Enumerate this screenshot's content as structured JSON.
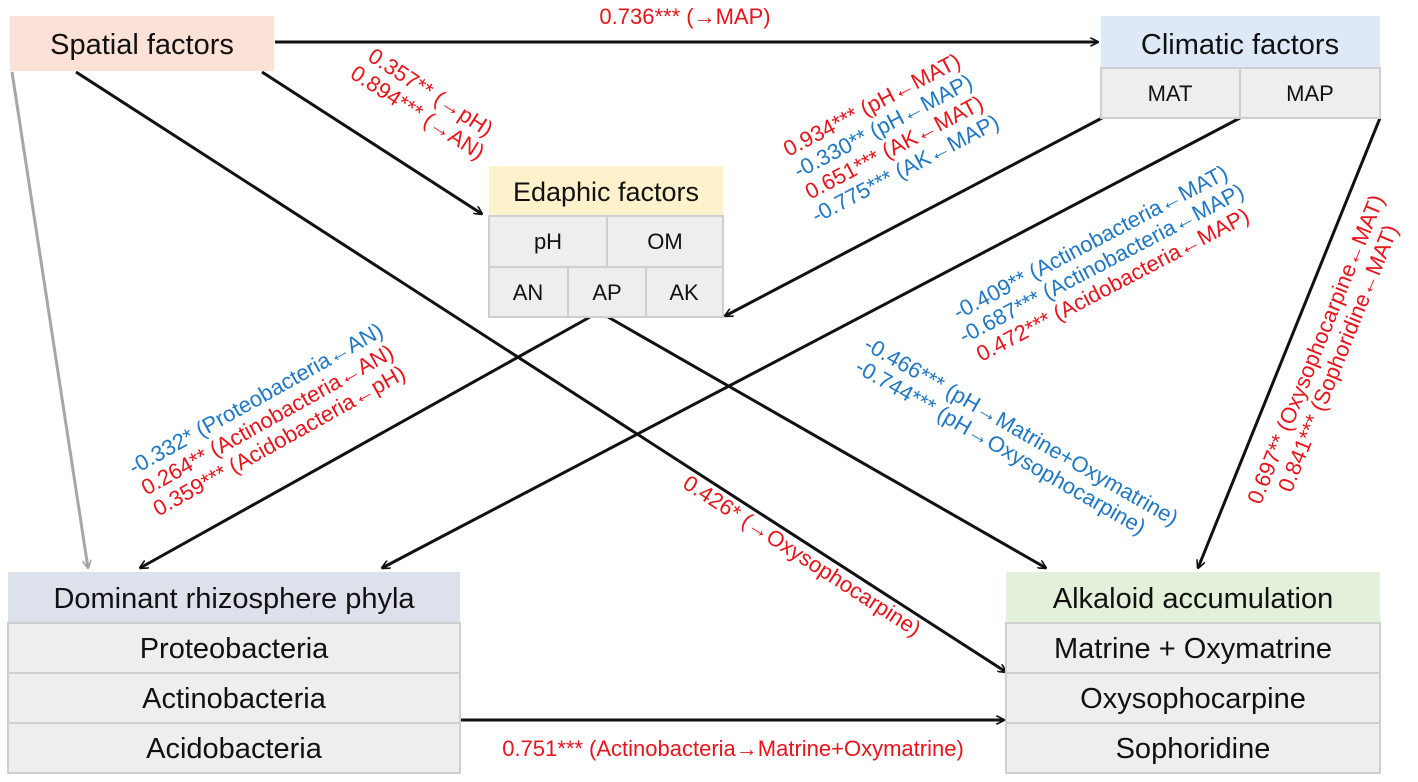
{
  "colors": {
    "spatial_bg": "#fbe1d6",
    "climatic_bg": "#dde9f6",
    "edaphic_bg": "#fdf2cc",
    "phyla_bg": "#dde1eb",
    "alkaloid_bg": "#e3f0da",
    "cell_bg": "#eeeeee",
    "cell_border": "#cfcfcf",
    "arrow": "#111111",
    "gray_arrow": "#a6a6a6",
    "positive": "#e8141b",
    "negative": "#1f77c4"
  },
  "nodes": {
    "spatial": {
      "title": "Spatial factors"
    },
    "climatic": {
      "title": "Climatic factors",
      "items": [
        "MAT",
        "MAP"
      ]
    },
    "edaphic": {
      "title": "Edaphic factors",
      "row1": [
        "pH",
        "OM"
      ],
      "row2": [
        "AN",
        "AP",
        "AK"
      ]
    },
    "phyla": {
      "title": "Dominant rhizosphere phyla",
      "items": [
        "Proteobacteria",
        "Actinobacteria",
        "Acidobacteria"
      ]
    },
    "alkaloid": {
      "title": "Alkaloid accumulation",
      "items": [
        "Matrine + Oxymatrine",
        "Oxysophocarpine",
        "Sophoridine"
      ]
    }
  },
  "annotations": {
    "spatial_climatic": "0.736*** (→MAP)",
    "spatial_edaphic": [
      "0.357** (→pH)",
      "0.894*** (→AN)"
    ],
    "climatic_edaphic": [
      "0.934*** (pH←MAT)",
      "-0.330** (pH←MAP)",
      "0.651*** (AK←MAT)",
      "-0.775*** (AK←MAP)"
    ],
    "climatic_phyla": [
      "-0.409** (Actinobacteria←MAT)",
      "-0.687*** (Actinobacteria←MAP)",
      "0.472*** (Acidobacteria←MAP)"
    ],
    "climatic_alkaloid": [
      "0.697** (Oxysophocarpine←MAT)",
      "0.841*** (Sophoridine←MAT)"
    ],
    "edaphic_alkaloid": [
      "-0.466*** (pH→Matrine+Oxymatrine)",
      "-0.744*** (pH→Oxysophocarpine)"
    ],
    "edaphic_phyla": [
      "-0.332* (Proteobacteria←AN)",
      "0.264** (Actinobacteria←AN)",
      "0.359*** (Acidobacteria←pH)"
    ],
    "spatial_alkaloid": "0.426* (→Oxysophocarpine)",
    "phyla_alkaloid": "0.751*** (Actinobacteria→Matrine+Oxymatrine)"
  }
}
